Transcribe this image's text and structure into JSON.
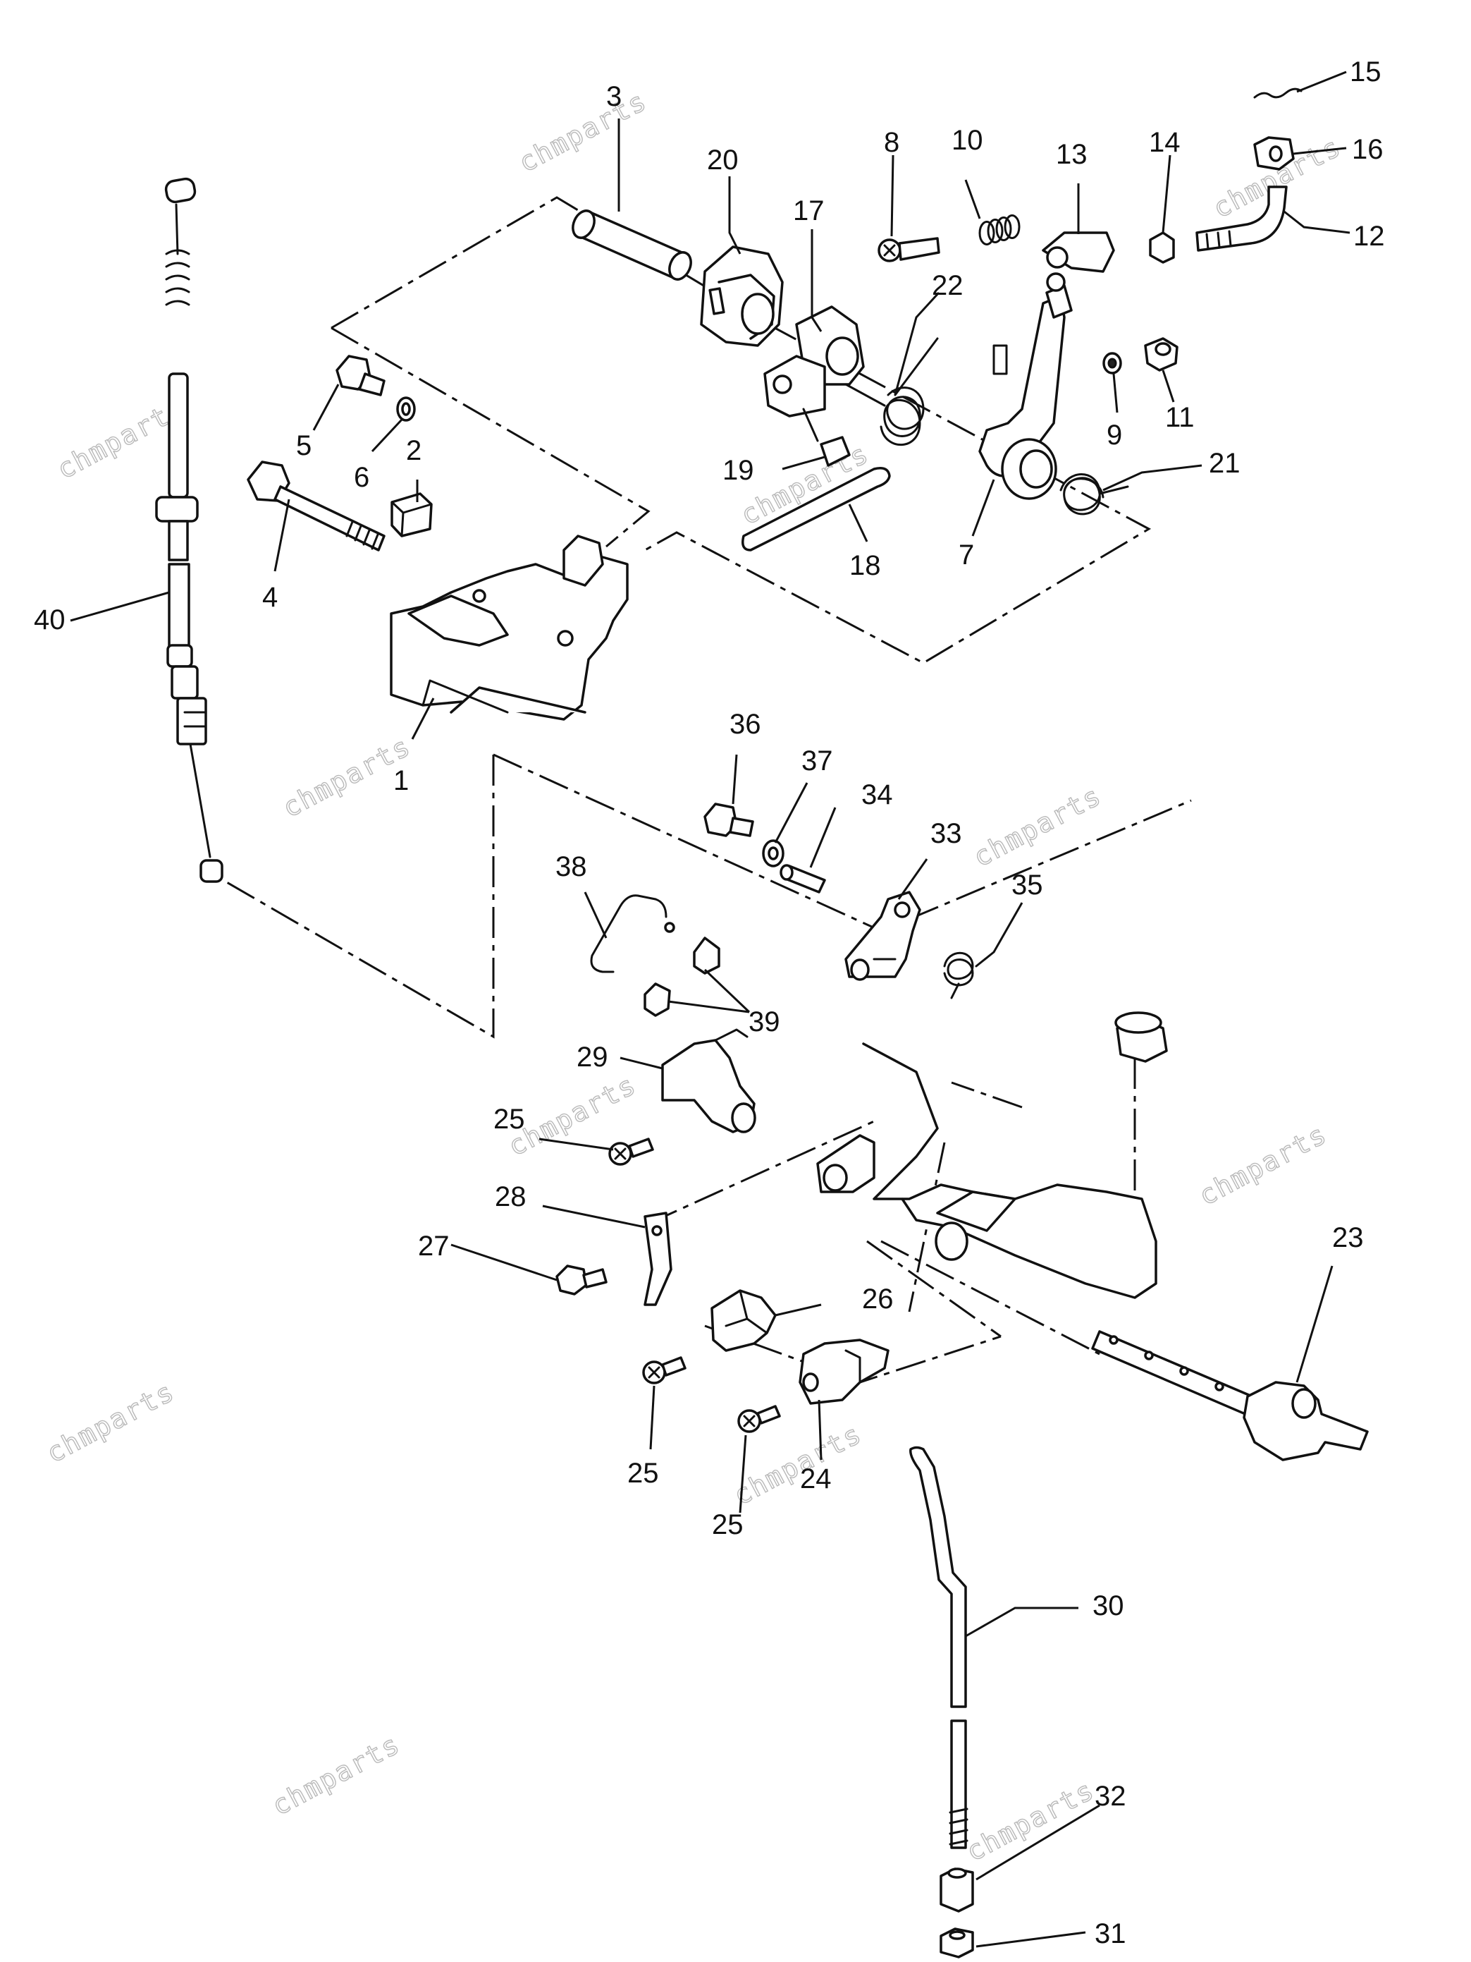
{
  "watermark": "chmparts",
  "callouts": {
    "p1": "1",
    "p2": "2",
    "p3": "3",
    "p4": "4",
    "p5": "5",
    "p6": "6",
    "p7": "7",
    "p8": "8",
    "p9": "9",
    "p10": "10",
    "p11": "11",
    "p12": "12",
    "p13": "13",
    "p14": "14",
    "p15": "15",
    "p16": "16",
    "p17": "17",
    "p18": "18",
    "p19": "19",
    "p20": "20",
    "p21": "21",
    "p22": "22",
    "p23": "23",
    "p24": "24",
    "p25a": "25",
    "p25b": "25",
    "p25c": "25",
    "p26": "26",
    "p27": "27",
    "p28": "28",
    "p29": "29",
    "p30": "30",
    "p31": "31",
    "p32": "32",
    "p33": "33",
    "p34": "34",
    "p35": "35",
    "p36": "36",
    "p37": "37",
    "p38": "38",
    "p39": "39",
    "p40": "40"
  }
}
